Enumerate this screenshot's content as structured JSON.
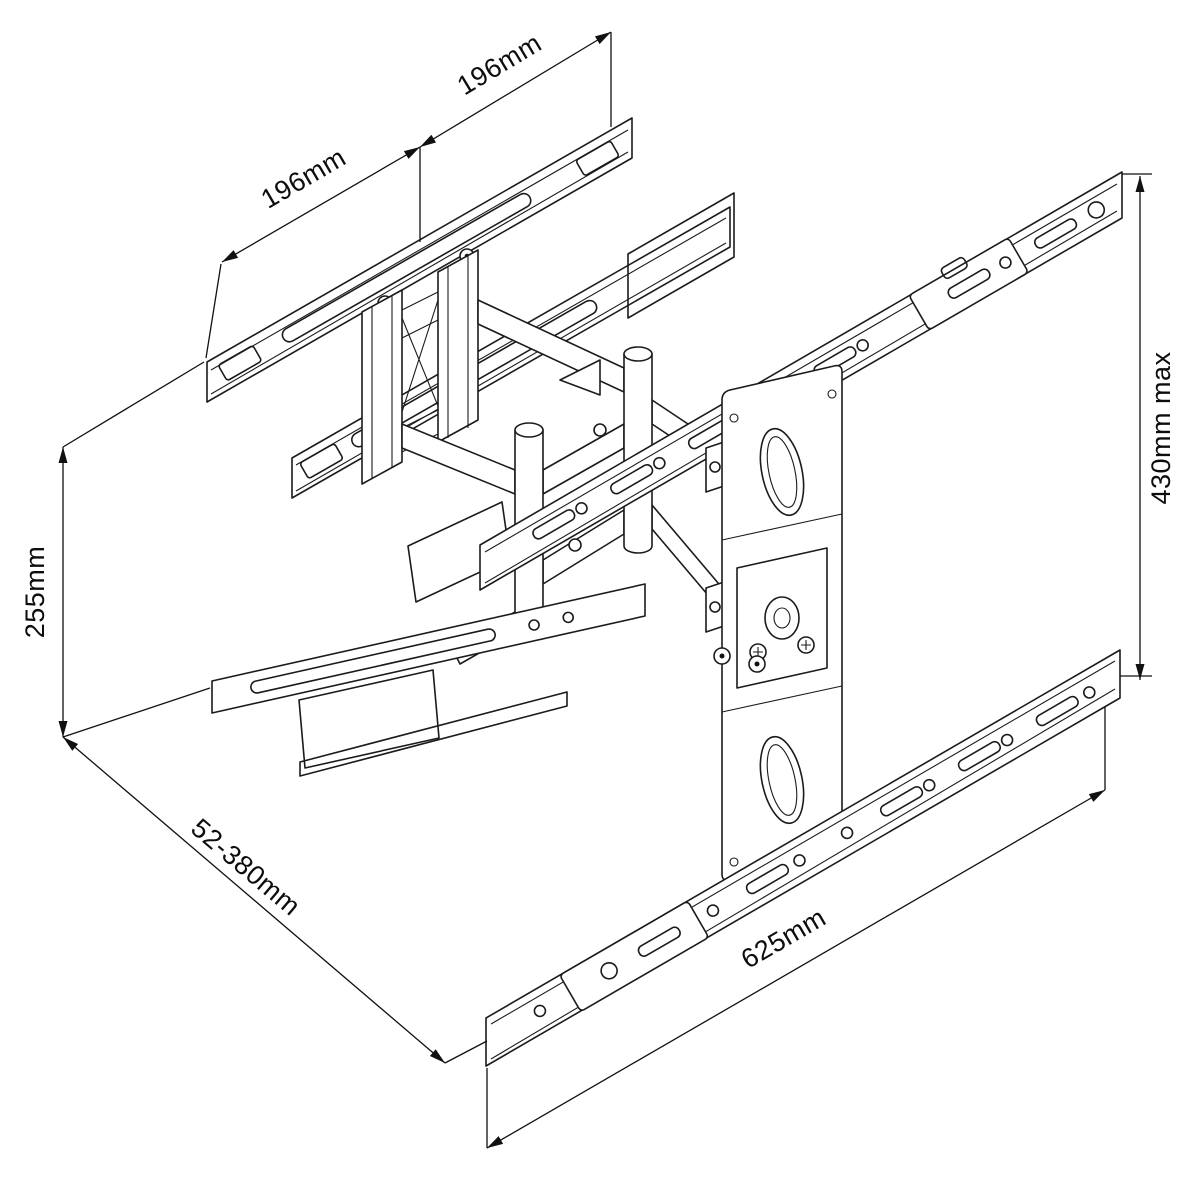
{
  "diagram": {
    "title": "Articulating TV wall mount bracket — dimensioned isometric line drawing",
    "background_color": "#ffffff",
    "line_color": "#1b1b1b"
  },
  "dimensions": {
    "top_segment_left": {
      "label": "196mm"
    },
    "top_segment_right": {
      "label": "196mm"
    },
    "left_height": {
      "label": "255mm"
    },
    "depth_range": {
      "label": "52-380mm"
    },
    "bottom_width": {
      "label": "625mm"
    },
    "right_height": {
      "label": "430mm max"
    }
  },
  "parts": [
    "slotted-wall-rail-upper",
    "slotted-wall-rail-lower-with-mesh-pad",
    "vesa-adapter-frame",
    "pivot-posts",
    "articulating-arms",
    "center-mesh-pad",
    "wall-plate-column",
    "tv-mounting-rail-top",
    "tv-mounting-rail-bottom",
    "front-lower-bracket-with-mesh-pad"
  ]
}
